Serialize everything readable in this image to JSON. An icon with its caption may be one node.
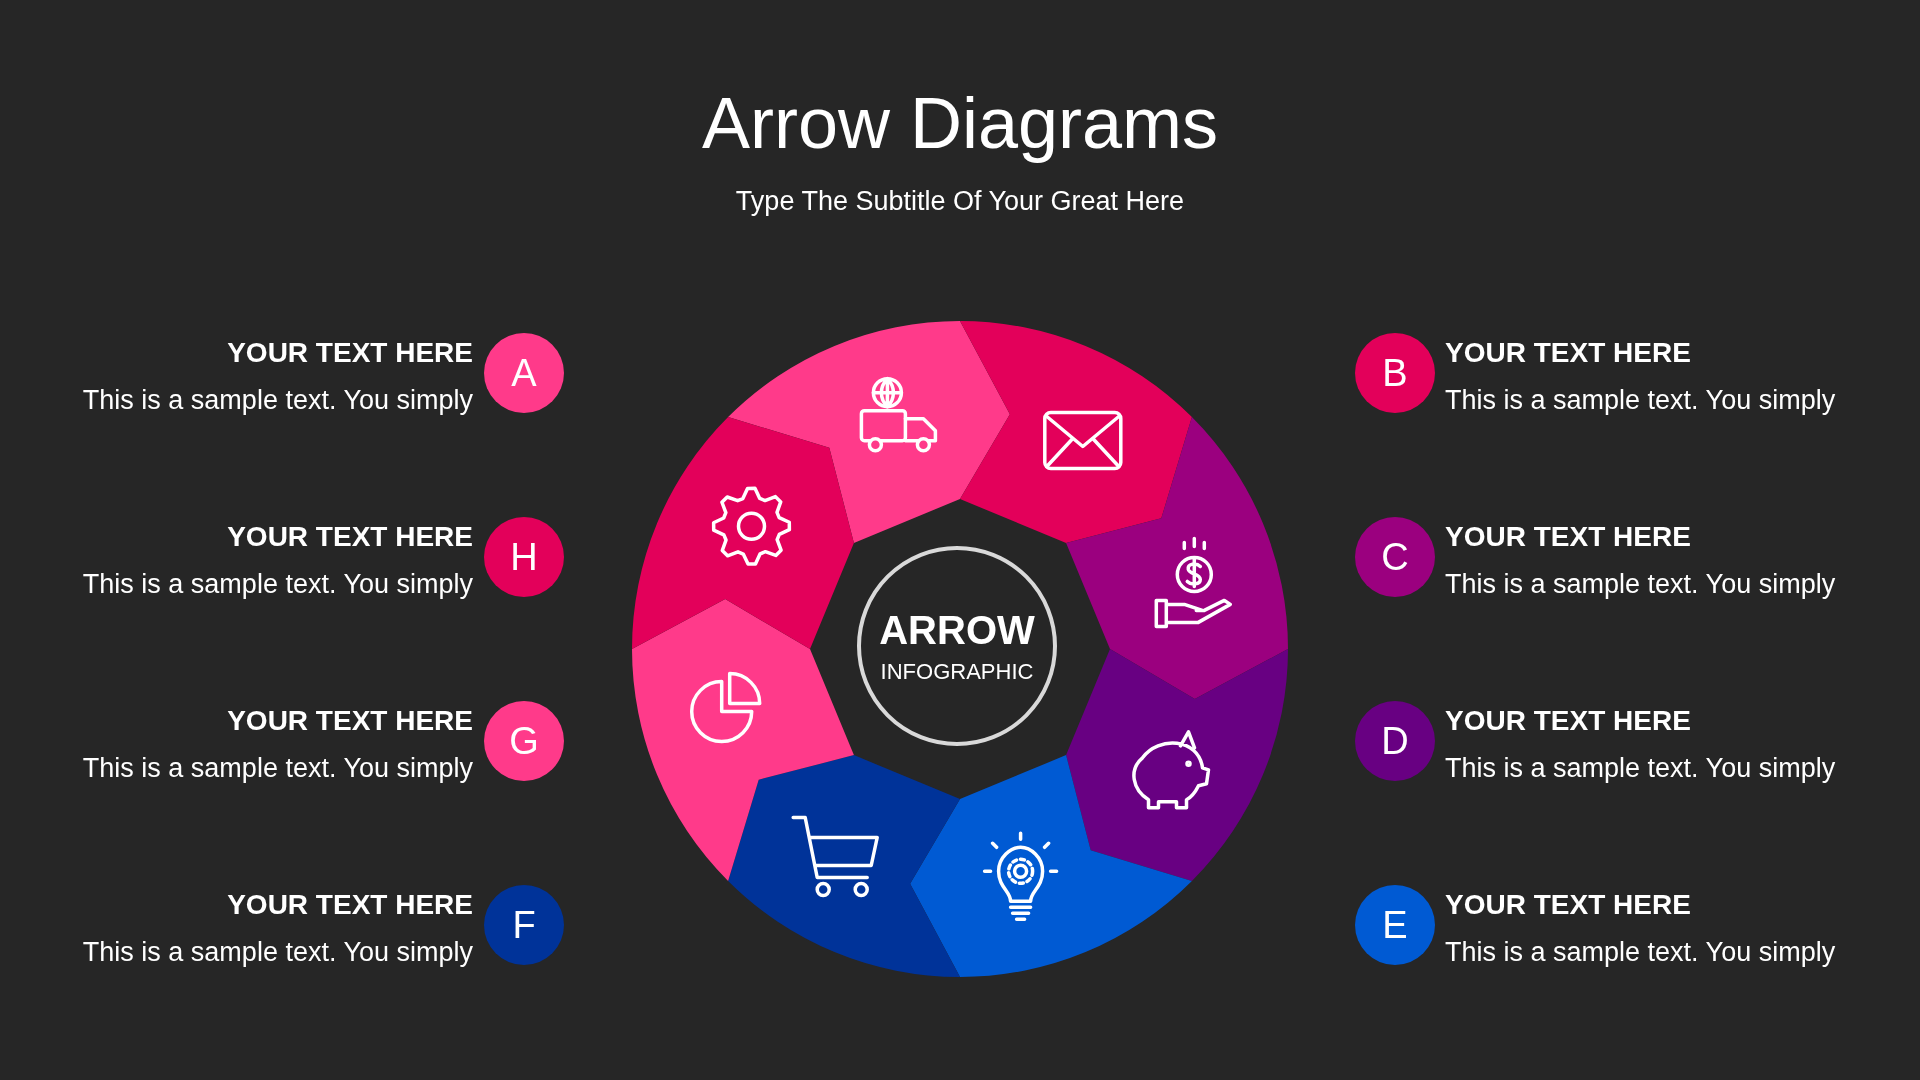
{
  "diagram": {
    "title": "Arrow Diagrams",
    "nodes": [
      {
        "text": [
          "A"
        ],
        "beside": [
          "YOUR TEXT HERE",
          "This is a sample text. You simply"
        ]
      },
      {
        "text": [
          "B"
        ],
        "beside": [
          "YOUR TEXT HERE",
          "This is a sample text. You simply"
        ]
      },
      {
        "text": [
          "C"
        ],
        "beside": [
          "YOUR TEXT HERE",
          "This is a sample text. You simply"
        ]
      },
      {
        "text": [
          "D"
        ],
        "beside": [
          "YOUR TEXT HERE",
          "This is a sample text. You simply"
        ]
      },
      {
        "text": [
          "E"
        ],
        "beside": [
          "YOUR TEXT HERE",
          "This is a sample text. You simply"
        ]
      },
      {
        "text": [
          "F"
        ],
        "beside": [
          "YOUR TEXT HERE",
          "This is a sample text. You simply"
        ]
      },
      {
        "text": [
          "G"
        ],
        "beside": [
          "YOUR TEXT HERE",
          "This is a sample text. You simply"
        ]
      },
      {
        "text": [
          "H"
        ],
        "beside": [
          "YOUR TEXT HERE",
          "This is a sample text. You simply"
        ]
      },
      {
        "text": [],
        "shape": "arrow"
      },
      {
        "text": [],
        "shape": "arrow"
      },
      {
        "text": [],
        "shape": "arrow"
      },
      {
        "text": [],
        "shape": "arrow"
      },
      {
        "text": [],
        "shape": "arrow"
      },
      {
        "text": [],
        "shape": "arrow"
      },
      {
        "text": [],
        "shape": "arrow"
      },
      {
        "text": [],
        "shape": "arrow"
      },
      {
        "text": [
          "ARROW",
          "INFOGRAPHIC"
        ]
      }
    ],
    "edges": [],
    "labels": [
      "Type The Subtitle Of Your Great Here"
    ]
  }
}
